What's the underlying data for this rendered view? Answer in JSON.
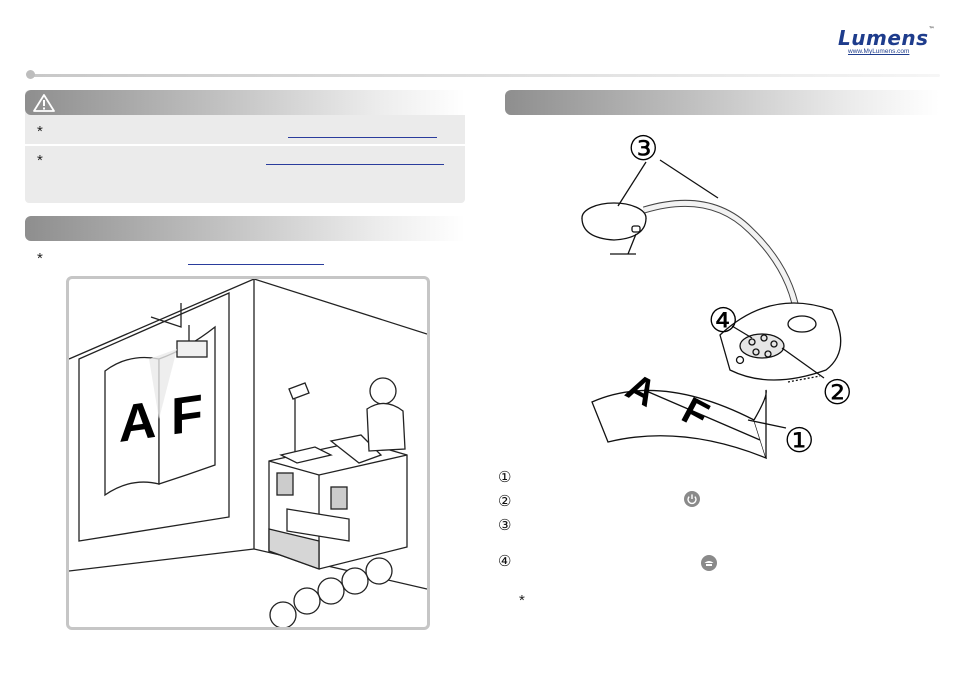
{
  "brand": {
    "name": "Lumens",
    "trademark": "™",
    "url": "www.MyLumens.com"
  },
  "warning_section": {
    "icon": "warning-triangle-icon",
    "bullets": [
      "*",
      "*"
    ]
  },
  "section_two": {
    "bullets": [
      "*"
    ]
  },
  "right_section": {
    "callouts": [
      "③",
      "④",
      "②",
      "①"
    ],
    "legend_numbers": [
      "①",
      "②",
      "③",
      "④"
    ],
    "note_bullet": "*",
    "page_letters": [
      "A",
      "F"
    ],
    "icons": {
      "power": "power-icon",
      "lamp": "lamp-icon"
    }
  },
  "illustration": {
    "screen_letters": [
      "A",
      "F"
    ]
  },
  "colors": {
    "brand_blue": "#1e3c8c",
    "link_blue": "#2a3c9c",
    "panel_gray": "#ebebeb",
    "icon_gray": "#8a8a8a"
  }
}
